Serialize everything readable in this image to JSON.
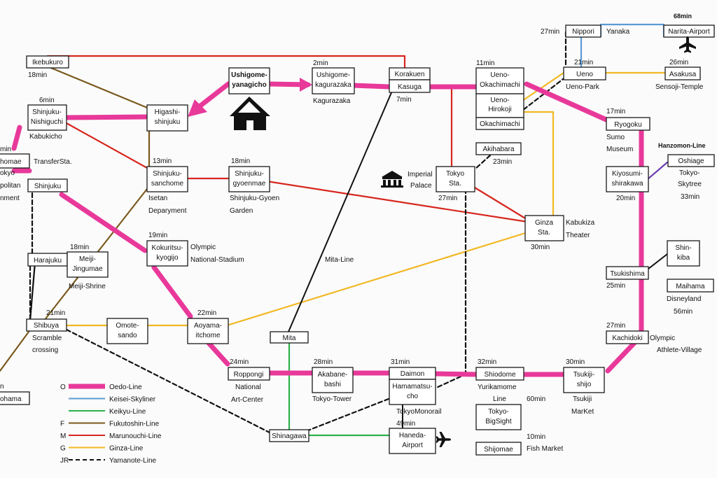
{
  "stations": {
    "ikebukuro": [
      "Ikebukuro"
    ],
    "ushigome_yanagicho": [
      "Ushigome-",
      "yanagicho"
    ],
    "ushigome_kagurazaka": [
      "Ushigome-",
      "kagurazaka"
    ],
    "korakuen": [
      "Korakuen"
    ],
    "kasuga": [
      "Kasuga"
    ],
    "ueno_okachimachi": [
      "Ueno-",
      "Okachimachi"
    ],
    "ueno_hirokoji": [
      "Ueno-",
      "Hirokoji"
    ],
    "okachimachi": [
      "Okachimachi"
    ],
    "akihabara": [
      "Akihabara"
    ],
    "nippori": [
      "Nippori"
    ],
    "narita": [
      "Narita-Airport"
    ],
    "ueno": [
      "Ueno"
    ],
    "asakusa": [
      "Asakusa"
    ],
    "shinjuku_nishiguchi": [
      "Shinjuku-",
      "Nishiguchi"
    ],
    "higashi_shinjuku": [
      "Higashi-",
      "shinjuku"
    ],
    "tochomae": [
      "homae"
    ],
    "shinjuku": [
      "Shinjuku"
    ],
    "shinjuku_sanchome": [
      "Shinjuku-",
      "sanchome"
    ],
    "shinjuku_gyoenmae": [
      "Shinjuku-",
      "gyoenmae"
    ],
    "tokyo": [
      "Tokyo",
      "Sta."
    ],
    "ryogoku": [
      "Ryogoku"
    ],
    "kiyosumi": [
      "Kiyosumi-",
      "shirakawa"
    ],
    "oshiage": [
      "Oshiage"
    ],
    "ginza": [
      "Ginza",
      "Sta."
    ],
    "harajuku": [
      "Harajuku"
    ],
    "meiji_jingumae": [
      "Meiji-",
      "Jingumae"
    ],
    "kokuritsu": [
      "Kokuritsu-",
      "kyogijo"
    ],
    "shinkiba": [
      "Shin-",
      "kiba"
    ],
    "tsukishima": [
      "Tsukishima"
    ],
    "maihama": [
      "Maihama"
    ],
    "shibuya": [
      "Shibuya"
    ],
    "omotesando": [
      "Omote-",
      "sando"
    ],
    "aoyama": [
      "Aoyama-",
      "itchome"
    ],
    "mita": [
      "Mita"
    ],
    "kachidoki": [
      "Kachidoki"
    ],
    "roppongi": [
      "Roppongi"
    ],
    "akabanebashi": [
      "Akabane-",
      "bashi"
    ],
    "daimon": [
      "Daimon"
    ],
    "hamamatsucho": [
      "Hamamatsu-",
      "cho"
    ],
    "shiodome": [
      "Shiodome"
    ],
    "tsukijishijo": [
      "Tsukiji-",
      "shijo"
    ],
    "tokyo_bigsight": [
      "Tokyo-",
      "BigSight"
    ],
    "shijomae": [
      "Shijomae"
    ],
    "shinagawa": [
      "Shinagawa"
    ],
    "haneda": [
      "Haneda-",
      "Airport"
    ],
    "yokohama": [
      "ohama"
    ]
  },
  "labels": {
    "ikebukuro_time": "18min",
    "kagurazaka_time": "2min",
    "kagurazaka": "Kagurazaka",
    "kasuga_time": "7min",
    "ueno_okachimachi_time": "11min",
    "akihabara_time": "23min",
    "nippori_time": "27min",
    "yanaka": "Yanaka",
    "narita_time": "68min",
    "ueno_time": "21min",
    "ueno_park": "Ueno-Park",
    "asakusa_time": "26min",
    "sensoji": "Sensoji-Temple",
    "nishiguchi_time": "6min",
    "kabukicho": "Kabukicho",
    "transfer": "TransferSta.",
    "tochomae_time": "min",
    "tokyo_word": "okyo",
    "metropolitan": "politan",
    "government": "nment",
    "sanchome_time": "13min",
    "isetan": "Isetan",
    "deparyment": "Deparyment",
    "gyoenmae_time": "18min",
    "gyoen_garden1": "Shinjuku-Gyoen",
    "gyoen_garden2": "Garden",
    "imperial": "Imperial",
    "palace": "Palace",
    "tokyo_time": "27min",
    "ryogoku_time": "17min",
    "sumo": "Sumo",
    "museum": "Museum",
    "hanzomon": "Hanzomon-Line",
    "skytree1": "Tokyo-",
    "skytree2": "Skytree",
    "oshiage_time": "33min",
    "kiyosumi_time": "20min",
    "kabukiza1": "Kabukiza",
    "kabukiza2": "Theater",
    "ginza_time": "30min",
    "meiji_time": "18min",
    "meiji_shrine": "Meiji-Shrine",
    "kokuritsu_time": "19min",
    "olympic1": "Olympic",
    "national_stadium": "National-Stadium",
    "mita_line": "Mita-Line",
    "tsukishima_time": "25min",
    "disneyland": "Disneyland",
    "disney_time": "56min",
    "shibuya_time": "21min",
    "scramble1": "Scramble",
    "scramble2": "crossing",
    "aoyama_time": "22min",
    "kachidoki_time": "27min",
    "olympic2": "Olympic",
    "athlete": "Athlete-Village",
    "roppongi_time": "24min",
    "nac1": "National",
    "nac2": "Art-Center",
    "akabanebashi_time": "28min",
    "tokyo_tower": "Tokyo-Tower",
    "daimon_time": "31min",
    "shiodome_time": "32min",
    "yurikamome1": "Yurikamome",
    "yurikamome2": "Line",
    "yurikamome_time": "60min",
    "tsukiji_time": "30min",
    "tsukiji1": "Tsukiji",
    "tsukiji2": "MarKet",
    "monorail1": "TokyoMonorail",
    "monorail2": "49min",
    "shijomae_time": "10min",
    "fish_market": "Fish Market",
    "yokohama_time": "n"
  },
  "legend": [
    {
      "prefix": "O",
      "name": "Oedo-Line",
      "color": "#e8399a",
      "dash": false,
      "width": 7
    },
    {
      "prefix": "",
      "name": "Keisei-Skyliner",
      "color": "#5b9bd5",
      "dash": false,
      "width": 2
    },
    {
      "prefix": "",
      "name": "Keikyu-Line",
      "color": "#2db04b",
      "dash": false,
      "width": 2
    },
    {
      "prefix": "F",
      "name": "Fukutoshin-Line",
      "color": "#7a5a1e",
      "dash": false,
      "width": 2
    },
    {
      "prefix": "M",
      "name": "Marunouchi-Line",
      "color": "#d7261e",
      "dash": false,
      "width": 2
    },
    {
      "prefix": "G",
      "name": "Ginza-Line",
      "color": "#f2b824",
      "dash": false,
      "width": 2
    },
    {
      "prefix": "JR",
      "name": "Yamanote-Line",
      "color": "#111111",
      "dash": true,
      "width": 2
    }
  ],
  "colors": {
    "oedo": "#e8399a",
    "keisei": "#5b9bd5",
    "keikyu": "#2db04b",
    "fukutoshin": "#7a5a1e",
    "marunouchi": "#d7261e",
    "ginza": "#f2b824",
    "yamanote": "#111111",
    "mita": "#111111",
    "hanzomon": "#6a3fb0"
  },
  "icons": [
    "house-icon",
    "airplane-icon",
    "palace-icon"
  ]
}
